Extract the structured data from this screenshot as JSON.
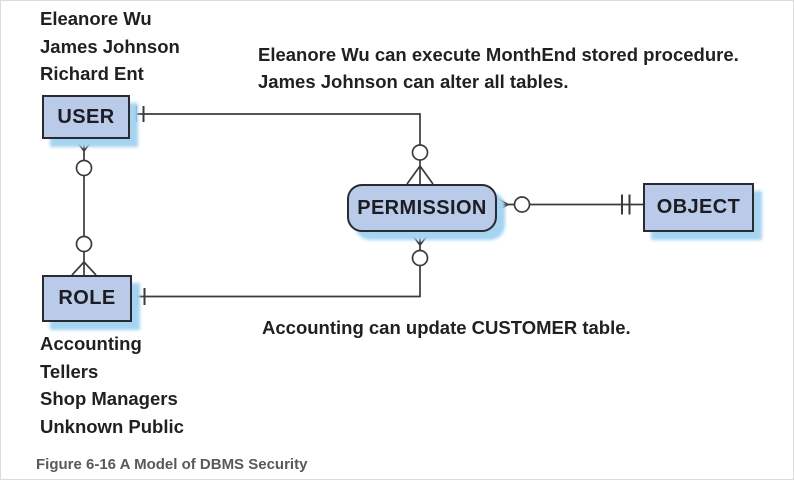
{
  "figure_caption": "Figure 6-16 A Model of DBMS Security",
  "entities": {
    "user": {
      "label": "USER"
    },
    "role": {
      "label": "ROLE"
    },
    "permission": {
      "label": "PERMISSION"
    },
    "object": {
      "label": "OBJECT"
    }
  },
  "user_examples": {
    "items": [
      "Eleanore Wu",
      "James Johnson",
      "Richard Ent"
    ]
  },
  "role_examples": {
    "items": [
      "Accounting",
      "Tellers",
      "Shop Managers",
      "Unknown Public"
    ]
  },
  "notes": {
    "permission_note_line1": "Eleanore Wu can execute MonthEnd stored procedure.",
    "permission_note_line2": "James Johnson can alter all tables.",
    "role_note": "Accounting can update CUSTOMER table."
  },
  "relationships": [
    {
      "from": "USER",
      "to": "ROLE",
      "from_cardinality": "zero-or-many",
      "to_cardinality": "zero-or-many"
    },
    {
      "from": "USER",
      "to": "PERMISSION",
      "from_cardinality": "exactly-one",
      "to_cardinality": "zero-or-many"
    },
    {
      "from": "ROLE",
      "to": "PERMISSION",
      "from_cardinality": "exactly-one",
      "to_cardinality": "zero-or-many"
    },
    {
      "from": "PERMISSION",
      "to": "OBJECT",
      "from_cardinality": "zero-or-many",
      "to_cardinality": "exactly-one"
    }
  ],
  "colors": {
    "entity_fill": "#b9cbe8",
    "entity_border": "#2a2a32",
    "entity_shadow": "#a5d4f1",
    "connector_line": "#3a3a40",
    "text": "#221f20",
    "caption": "#58595b"
  }
}
